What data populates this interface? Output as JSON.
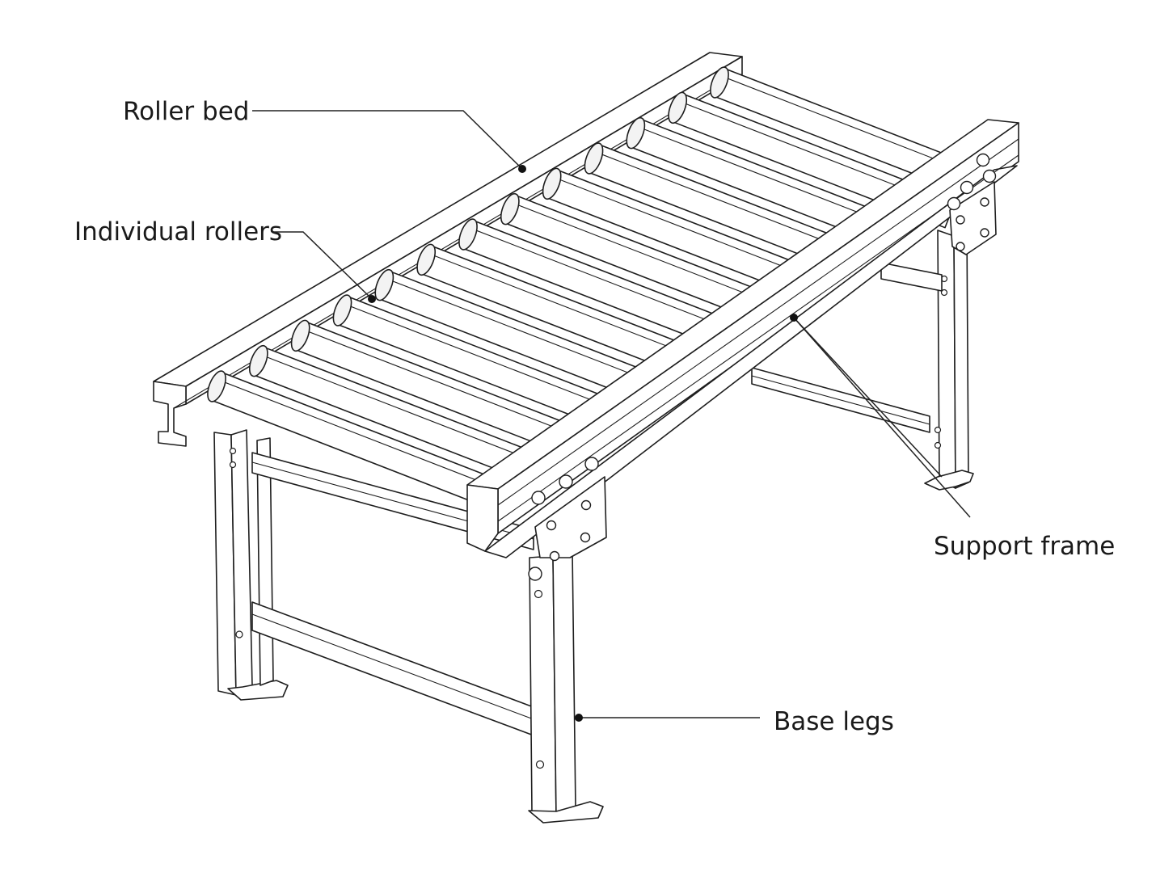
{
  "diagram": {
    "labels": {
      "roller_bed": "Roller bed",
      "individual_rollers": "Individual rollers",
      "support_frame": "Support frame",
      "base_legs": "Base legs"
    },
    "roller_count": 13
  }
}
